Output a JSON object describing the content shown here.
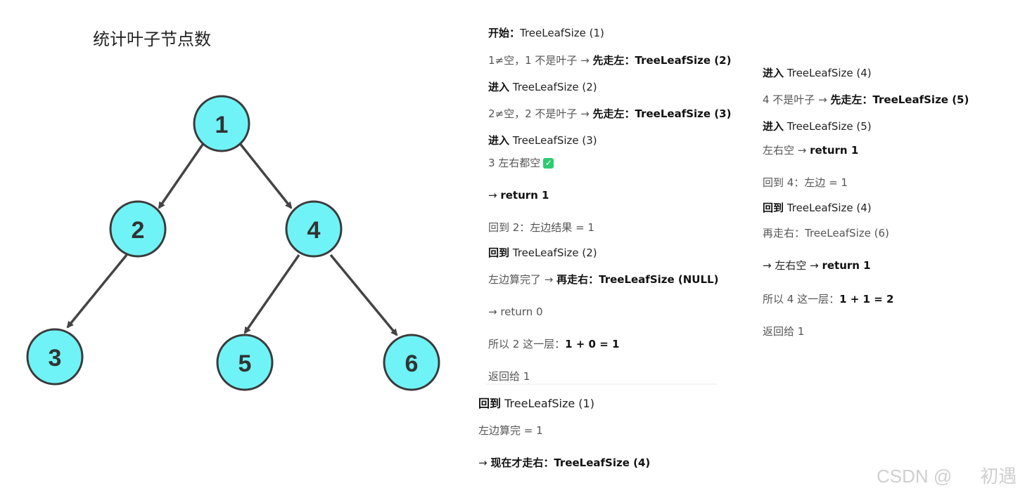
{
  "title": "统计叶子节点数",
  "tree": {
    "node_color": "#6FF3F6",
    "node_stroke": "#3a3a3a",
    "edge_color": "#444444",
    "nodes": [
      "1",
      "2",
      "4",
      "3",
      "5",
      "6"
    ],
    "edges": [
      [
        "1",
        "2"
      ],
      [
        "1",
        "4"
      ],
      [
        "2",
        "3"
      ],
      [
        "4",
        "5"
      ],
      [
        "4",
        "6"
      ]
    ]
  },
  "steps": {
    "c1": {
      "s1": {
        "a": "开始：",
        "b": "TreeLeafSize (1)"
      },
      "s2": {
        "a": "1≠空，1 不是叶子 → ",
        "b": "先走左：TreeLeafSize (2)"
      },
      "s3": {
        "a": "进入",
        "b": " TreeLeafSize (2)"
      },
      "s4": {
        "a": "2≠空，2 不是叶子 → ",
        "b": "先走左：TreeLeafSize (3)"
      },
      "s5": {
        "a": "进入",
        "b": " TreeLeafSize (3)"
      },
      "s6": {
        "a": "3 左右都空",
        "check": "✓"
      },
      "s7": {
        "a": "→ ",
        "b": "return 1"
      },
      "s8": {
        "a": "回到 2：左边结果 = 1"
      },
      "s9": {
        "a": "回到",
        "b": " TreeLeafSize (2)"
      },
      "s10": {
        "a": "左边算完了 → ",
        "b": "再走右：TreeLeafSize (NULL)"
      },
      "s11": {
        "a": "→ return 0"
      },
      "s12": {
        "a": "所以 2 这一层：",
        "b": "1 + 0 = 1"
      },
      "s13": {
        "a": "返回给 1"
      }
    },
    "c2": {
      "s1": {
        "a": "回到",
        "b": " TreeLeafSize (1)"
      },
      "s2": {
        "a": "左边算完 = 1"
      },
      "s3": {
        "a": "→ ",
        "b": "现在才走右：TreeLeafSize (4)"
      }
    },
    "c3": {
      "s1": {
        "a": "进入",
        "b": " TreeLeafSize (4)"
      },
      "s2": {
        "a": "4 不是叶子 → ",
        "b": "先走左：TreeLeafSize (5)"
      },
      "s3": {
        "a": "进入",
        "b": " TreeLeafSize (5)"
      },
      "s4": {
        "a": "左右空 → ",
        "b": "return 1"
      },
      "s5": {
        "a": "回到 4：左边 = 1"
      },
      "s6": {
        "a": "回到",
        "b": " TreeLeafSize (4)"
      },
      "s7": {
        "a": "再走右：TreeLeafSize (6)"
      },
      "s8": {
        "a": "→ 左右空 → ",
        "b": "return 1"
      },
      "s9": {
        "a": "所以 4 这一层：",
        "b": "1 + 1 = 2"
      },
      "s10": {
        "a": "返回给 1"
      }
    }
  },
  "watermark": {
    "a": "CSDN @",
    "b": "初遇"
  }
}
